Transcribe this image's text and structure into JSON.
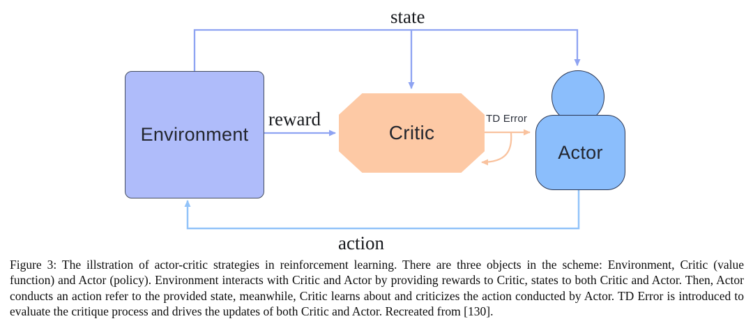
{
  "figure": {
    "nodes": {
      "environment": {
        "label": "Environment",
        "fill": "#afbcfa"
      },
      "critic": {
        "label": "Critic",
        "fill": "#fdc9a5"
      },
      "actor": {
        "label": "Actor",
        "fill": "#8bbefc"
      }
    },
    "edges": {
      "state": {
        "label": "state",
        "from": "Environment",
        "to": "Critic and Actor",
        "color": "#8ea3f2"
      },
      "reward": {
        "label": "reward",
        "from": "Environment",
        "to": "Critic",
        "color": "#8ea3f2"
      },
      "td_error": {
        "label": "TD Error",
        "from": "Critic",
        "to": "Actor and back to Critic (self-loop)",
        "color": "#f9c29e"
      },
      "action": {
        "label": "action",
        "from": "Actor",
        "to": "Environment",
        "color": "#92c3f9"
      }
    }
  },
  "caption": {
    "text": "Figure 3: The illstration of actor-critic strategies in reinforcement learning. There are three objects in the scheme: Environment, Critic (value function) and Actor (policy). Environment interacts with Critic and Actor by providing rewards to Critic, states to both Critic and Actor. Then, Actor conducts an action refer to the provided state, meanwhile, Critic learns about and criticizes the action conducted by Actor. TD Error is introduced to evaluate the critique process and drives the updates of both Critic and Actor. Recreated from [130]."
  }
}
